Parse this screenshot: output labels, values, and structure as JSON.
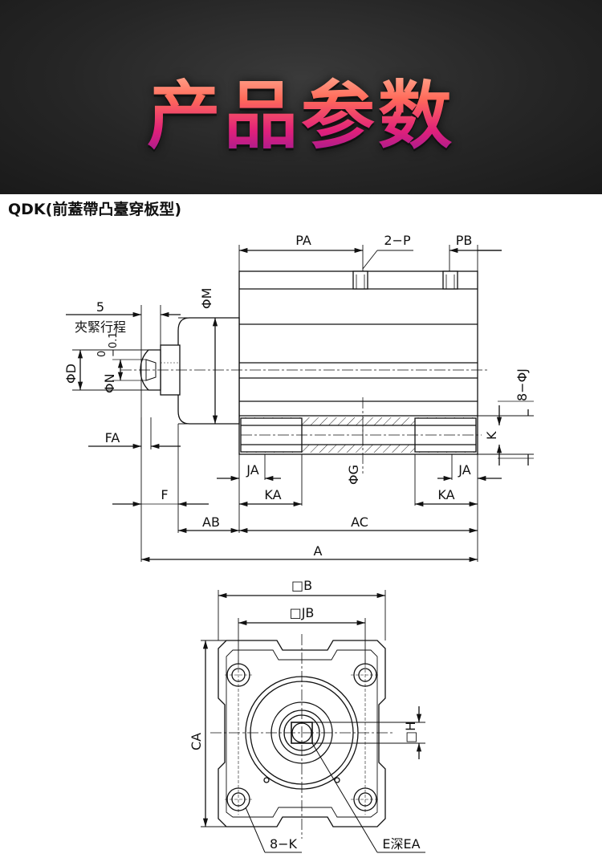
{
  "banner": {
    "title": "产品参数"
  },
  "model": {
    "title": "QDK(前蓋帶凸臺穿板型)"
  },
  "side_view": {
    "labels": {
      "pa": "PA",
      "p2": "2−P",
      "pb": "PB",
      "m": "ΦM",
      "stroke_num": "5",
      "stroke_text": "夾緊行程",
      "d": "ΦD",
      "n": "ΦN",
      "n_tol_upper": "0",
      "n_tol_lower": "−0.1",
      "j8": "8−ΦJ",
      "k": "K",
      "fa": "FA",
      "g": "ΦG",
      "ja_left": "JA",
      "ja_right": "JA",
      "ka_left": "KA",
      "ka_right": "KA",
      "f": "F",
      "ab": "AB",
      "ac": "AC",
      "a": "A"
    }
  },
  "front_view": {
    "labels": {
      "b": "□B",
      "jb": "□JB",
      "ca": "CA",
      "h": "□H",
      "k8": "8−K",
      "ea": "E深EA"
    }
  }
}
